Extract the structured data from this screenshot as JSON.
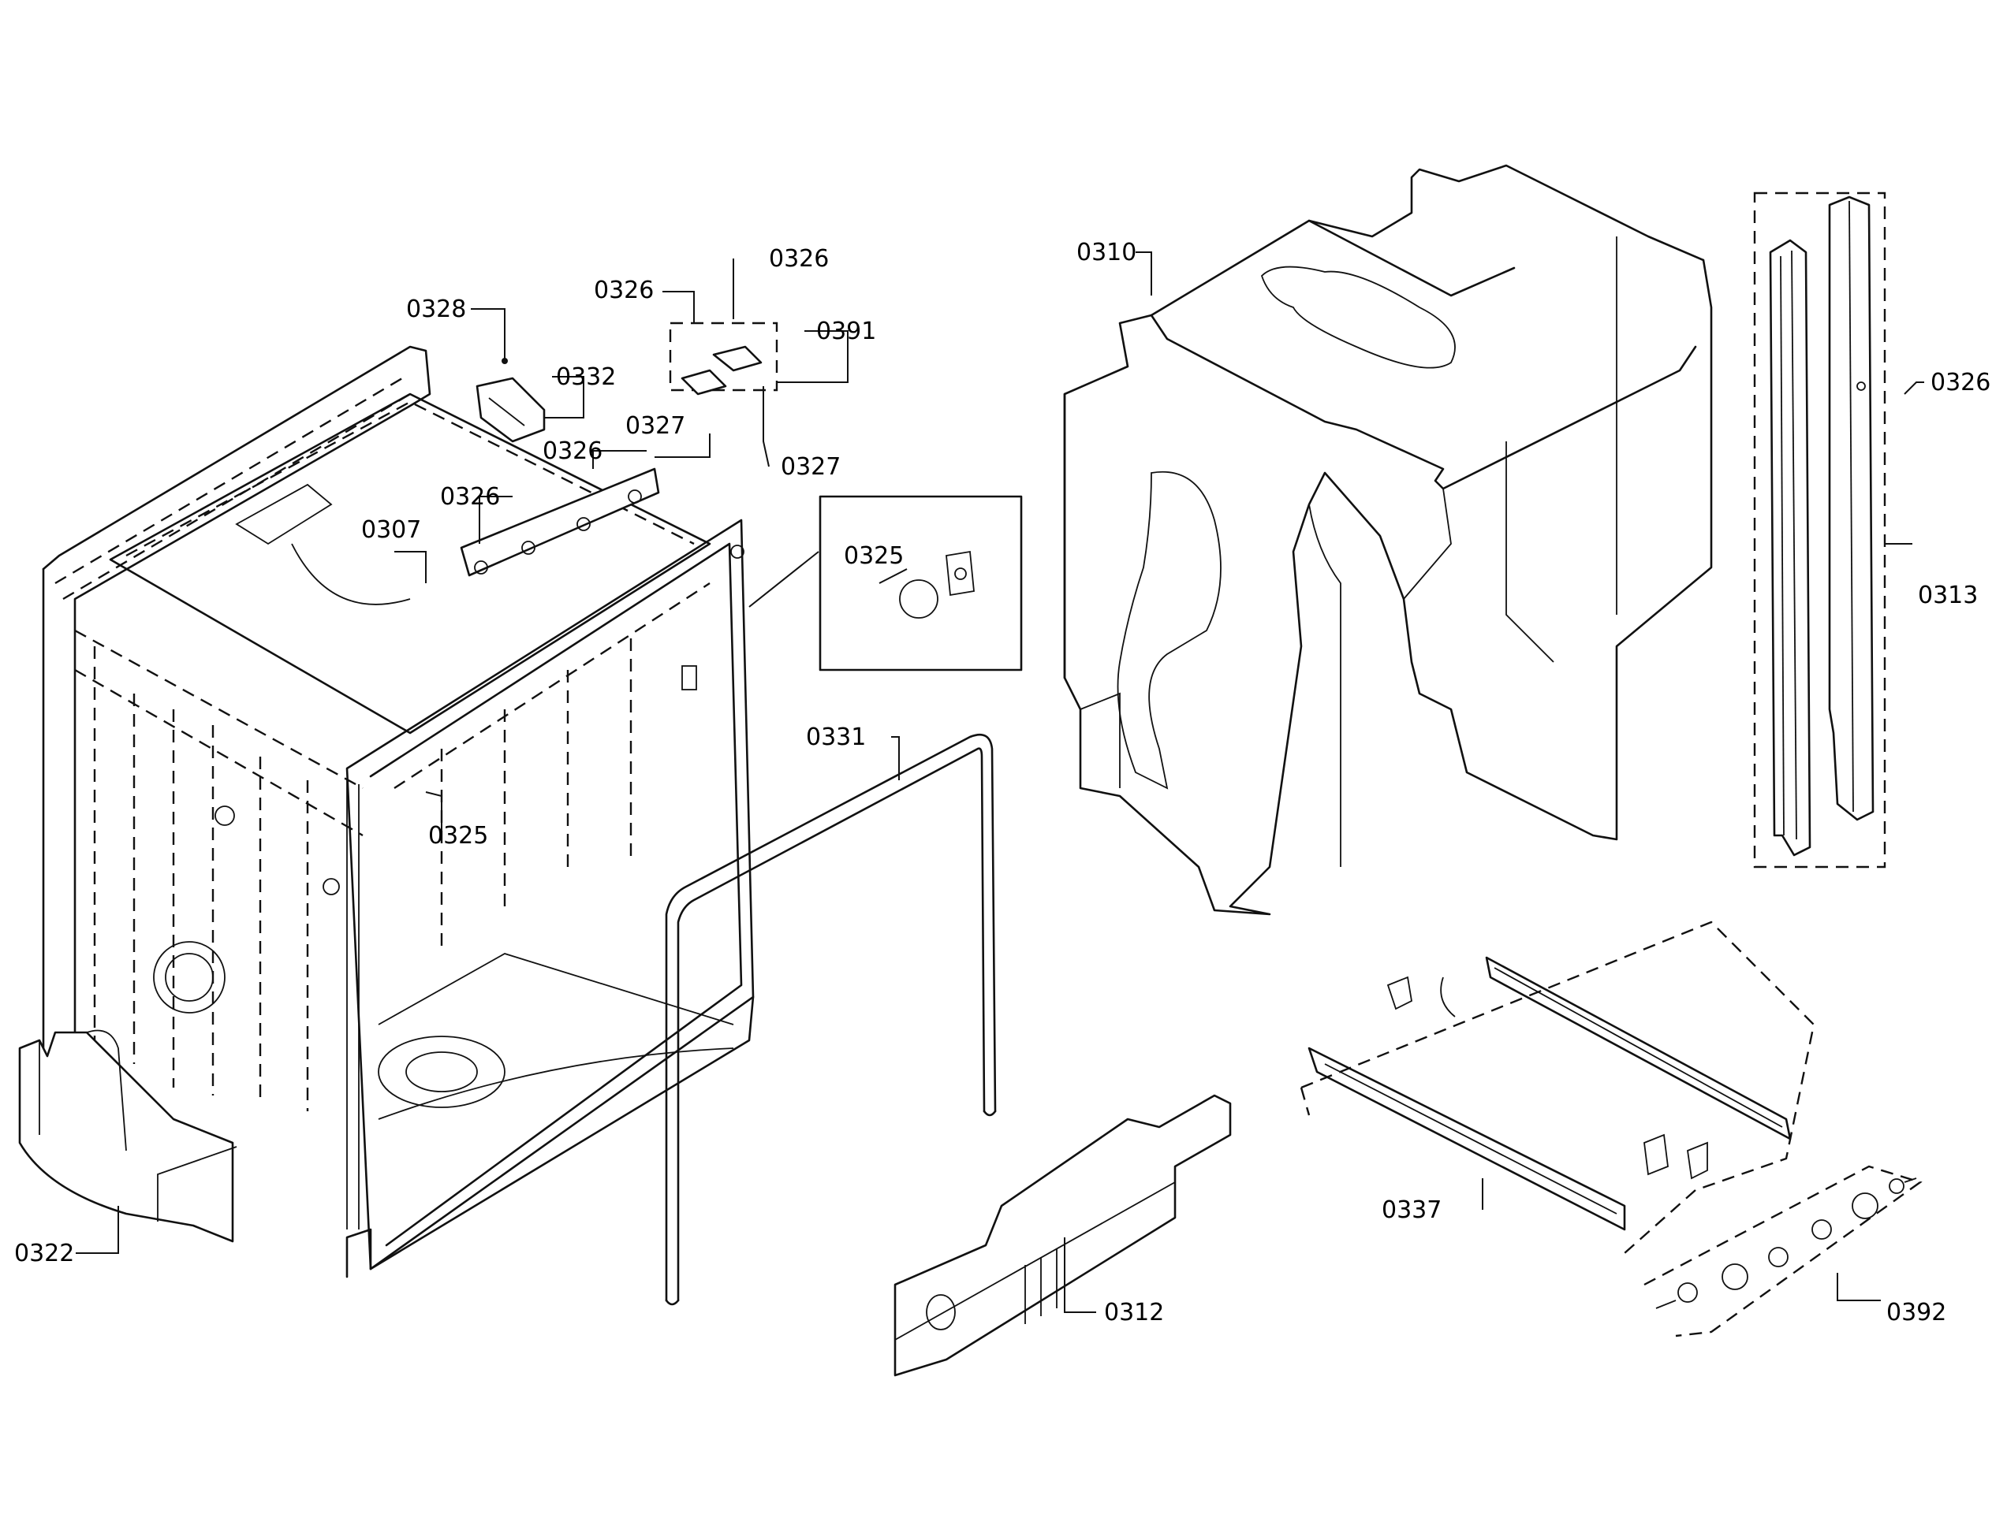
{
  "callouts": [
    {
      "id": "c0328",
      "text": "0328"
    },
    {
      "id": "c0332",
      "text": "0332"
    },
    {
      "id": "c0326a",
      "text": "0326"
    },
    {
      "id": "c0326b",
      "text": "0326"
    },
    {
      "id": "c0391",
      "text": "0391"
    },
    {
      "id": "c0327a",
      "text": "0327"
    },
    {
      "id": "c0327b",
      "text": "0327"
    },
    {
      "id": "c0326c",
      "text": "0326"
    },
    {
      "id": "c0326d",
      "text": "0326"
    },
    {
      "id": "c0307",
      "text": "0307"
    },
    {
      "id": "c0325a",
      "text": "0325"
    },
    {
      "id": "c0325b",
      "text": "0325"
    },
    {
      "id": "c0331",
      "text": "0331"
    },
    {
      "id": "c0322",
      "text": "0322"
    },
    {
      "id": "c0312",
      "text": "0312"
    },
    {
      "id": "c0310",
      "text": "0310"
    },
    {
      "id": "c0313",
      "text": "0313"
    },
    {
      "id": "c0326e",
      "text": "0326"
    },
    {
      "id": "c0337",
      "text": "0337"
    },
    {
      "id": "c0392",
      "text": "0392"
    }
  ]
}
